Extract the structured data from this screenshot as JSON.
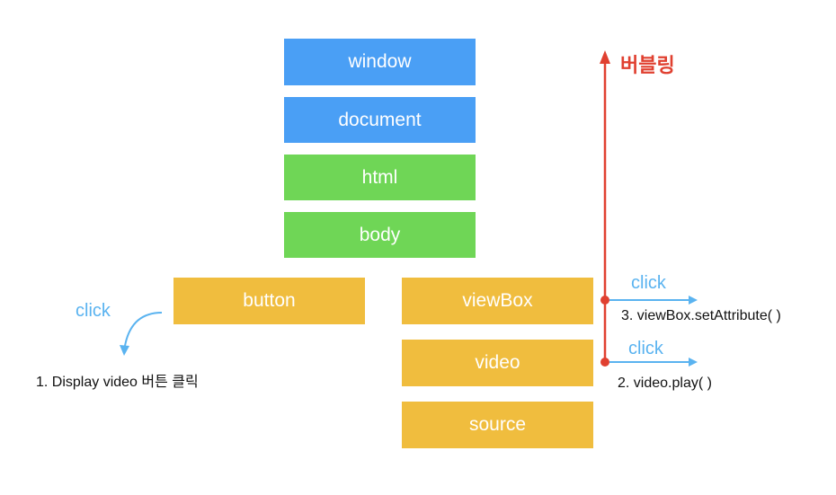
{
  "nodes": {
    "window": "window",
    "document": "document",
    "html": "html",
    "body": "body",
    "button": "button",
    "viewbox": "viewBox",
    "video": "video",
    "source": "source"
  },
  "labels": {
    "bubbling": "버블링",
    "click_button": "click",
    "click_viewbox": "click",
    "click_video": "click",
    "step1": "1. Display video 버튼 클릭",
    "step2": "2. video.play( )",
    "step3": "3. viewBox.setAttribute( )"
  },
  "colors": {
    "window_node": "#4a9ff5",
    "html_node": "#6fd656",
    "element_node": "#f0bd3e",
    "bubbling": "#e04030",
    "click": "#5ab3f0"
  }
}
